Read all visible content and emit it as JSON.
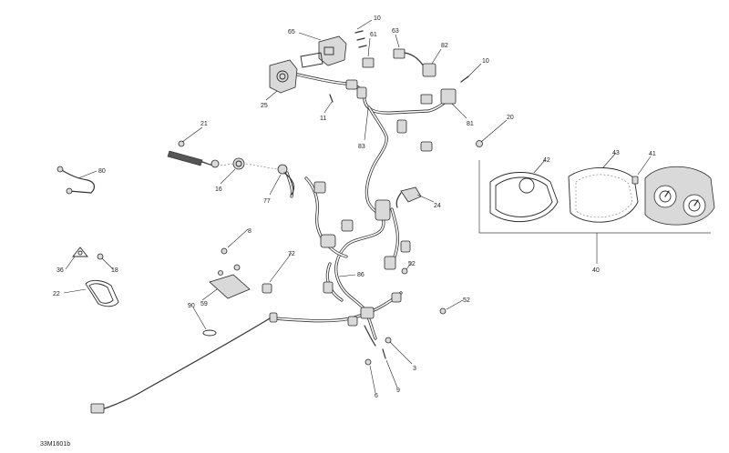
{
  "diagram": {
    "code": "33M1601b",
    "callouts": [
      {
        "id": "c10a",
        "text": "10"
      },
      {
        "id": "c65",
        "text": "65"
      },
      {
        "id": "c61",
        "text": "61"
      },
      {
        "id": "c63",
        "text": "63"
      },
      {
        "id": "c82",
        "text": "82"
      },
      {
        "id": "c10b",
        "text": "10"
      },
      {
        "id": "c25",
        "text": "25"
      },
      {
        "id": "c11",
        "text": "11"
      },
      {
        "id": "c81",
        "text": "81"
      },
      {
        "id": "c83",
        "text": "83"
      },
      {
        "id": "c20",
        "text": "20"
      },
      {
        "id": "c21",
        "text": "21"
      },
      {
        "id": "c80",
        "text": "80"
      },
      {
        "id": "c16",
        "text": "16"
      },
      {
        "id": "c77",
        "text": "77"
      },
      {
        "id": "c24",
        "text": "24"
      },
      {
        "id": "c42",
        "text": "42"
      },
      {
        "id": "c43",
        "text": "43"
      },
      {
        "id": "c41",
        "text": "41"
      },
      {
        "id": "c8",
        "text": "8"
      },
      {
        "id": "c72",
        "text": "72"
      },
      {
        "id": "c52a",
        "text": "52"
      },
      {
        "id": "c86",
        "text": "86"
      },
      {
        "id": "c36",
        "text": "36"
      },
      {
        "id": "c18",
        "text": "18"
      },
      {
        "id": "c22",
        "text": "22"
      },
      {
        "id": "c59",
        "text": "59"
      },
      {
        "id": "c90",
        "text": "90"
      },
      {
        "id": "c52b",
        "text": "52"
      },
      {
        "id": "c40",
        "text": "40"
      },
      {
        "id": "c3",
        "text": "3"
      },
      {
        "id": "c9",
        "text": "9"
      },
      {
        "id": "c6",
        "text": "6"
      }
    ]
  }
}
